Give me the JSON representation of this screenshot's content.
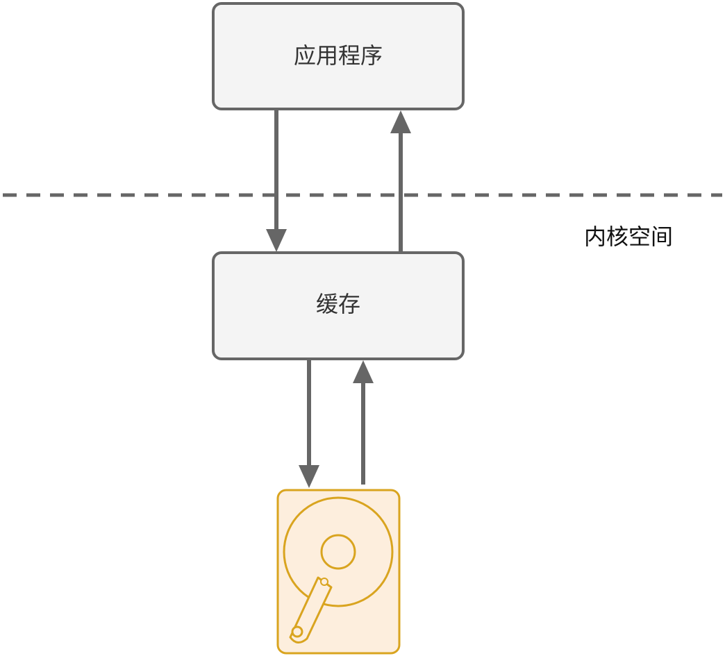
{
  "diagram": {
    "boxes": {
      "application": {
        "label": "应用程序"
      },
      "cache": {
        "label": "缓存"
      }
    },
    "region_label": "内核空间",
    "disk": {
      "icon": "hard-disk-icon"
    }
  },
  "colors": {
    "box_fill": "#f4f4f4",
    "box_stroke": "#666666",
    "arrow": "#666666",
    "divider": "#666666",
    "disk_fill": "#fdeedd",
    "disk_stroke": "#d9a41f"
  }
}
